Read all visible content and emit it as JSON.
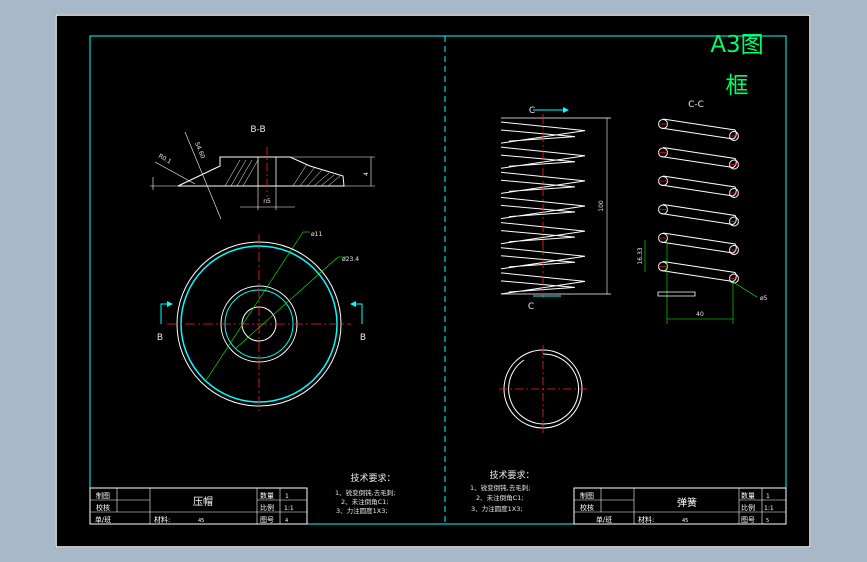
{
  "frame_title": {
    "line1": "A3图",
    "line2": "框"
  },
  "left": {
    "section_label": "B-B",
    "section_mark_left": "B",
    "section_mark_right": "B",
    "dims": {
      "chamfer": "R0.1",
      "slope": "S4.60",
      "height": "4",
      "bore": "n5",
      "d_inner": "ø11",
      "d_outer": "ø23.4"
    },
    "requirements": {
      "title": "技术要求：",
      "items": [
        "1、锐变倒钝,去毛刺;",
        "2、未注倒角C1;",
        "3、力注圆度1X3;"
      ]
    },
    "title_block": {
      "drawn": "制图",
      "checked": "校核",
      "unit": "单/班",
      "part_name": "压帽",
      "material_label": "材料:",
      "material_value": "45",
      "qty_label": "数量",
      "qty_value": "1",
      "scale_label": "比例",
      "scale_value": "1:1",
      "drawing_no_label": "图号",
      "drawing_no_value": "4"
    }
  },
  "right": {
    "view_c_top": "C",
    "view_c_bottom": "C",
    "section_label": "C-C",
    "dims": {
      "length": "100",
      "pitch": "16.33",
      "wire": "ø5",
      "width": "40"
    },
    "requirements": {
      "title": "技术要求：",
      "items": [
        "1、锐变倒钝,去毛刺;",
        "2、未注倒角C1;",
        "3、力注圆度1X3;"
      ]
    },
    "title_block": {
      "drawn": "制图",
      "checked": "校核",
      "unit": "单/班",
      "part_name": "弹簧",
      "material_label": "材料:",
      "material_value": "45",
      "qty_label": "数量",
      "qty_value": "1",
      "scale_label": "比例",
      "scale_value": "1:1",
      "drawing_no_label": "图号",
      "drawing_no_value": "5"
    }
  },
  "colors": {
    "frame": "#00ffff",
    "outline": "#ffffff",
    "center": "#ff2020",
    "dim": "#00ff00",
    "title_green": "#00ff66"
  }
}
